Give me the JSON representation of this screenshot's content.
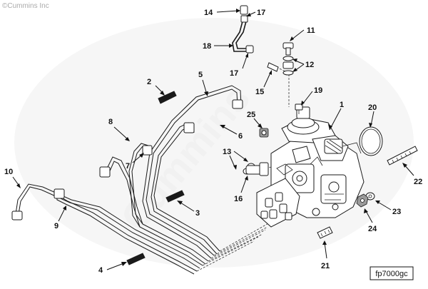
{
  "diagram": {
    "copyright": "©Cummins Inc",
    "watermark": "Cummins",
    "figure_code": "fp7000gc",
    "callouts": [
      {
        "id": "c1",
        "label": "1"
      },
      {
        "id": "c2",
        "label": "2"
      },
      {
        "id": "c3",
        "label": "3"
      },
      {
        "id": "c4",
        "label": "4"
      },
      {
        "id": "c5",
        "label": "5"
      },
      {
        "id": "c6",
        "label": "6"
      },
      {
        "id": "c7",
        "label": "7"
      },
      {
        "id": "c8",
        "label": "8"
      },
      {
        "id": "c9",
        "label": "9"
      },
      {
        "id": "c10",
        "label": "10"
      },
      {
        "id": "c11",
        "label": "11"
      },
      {
        "id": "c12",
        "label": "12"
      },
      {
        "id": "c13",
        "label": "13"
      },
      {
        "id": "c14",
        "label": "14"
      },
      {
        "id": "c15",
        "label": "15"
      },
      {
        "id": "c16",
        "label": "16"
      },
      {
        "id": "c17a",
        "label": "17"
      },
      {
        "id": "c17b",
        "label": "17"
      },
      {
        "id": "c18",
        "label": "18"
      },
      {
        "id": "c19",
        "label": "19"
      },
      {
        "id": "c20",
        "label": "20"
      },
      {
        "id": "c21",
        "label": "21"
      },
      {
        "id": "c22",
        "label": "22"
      },
      {
        "id": "c23",
        "label": "23"
      },
      {
        "id": "c24",
        "label": "24"
      },
      {
        "id": "c25",
        "label": "25"
      }
    ]
  }
}
